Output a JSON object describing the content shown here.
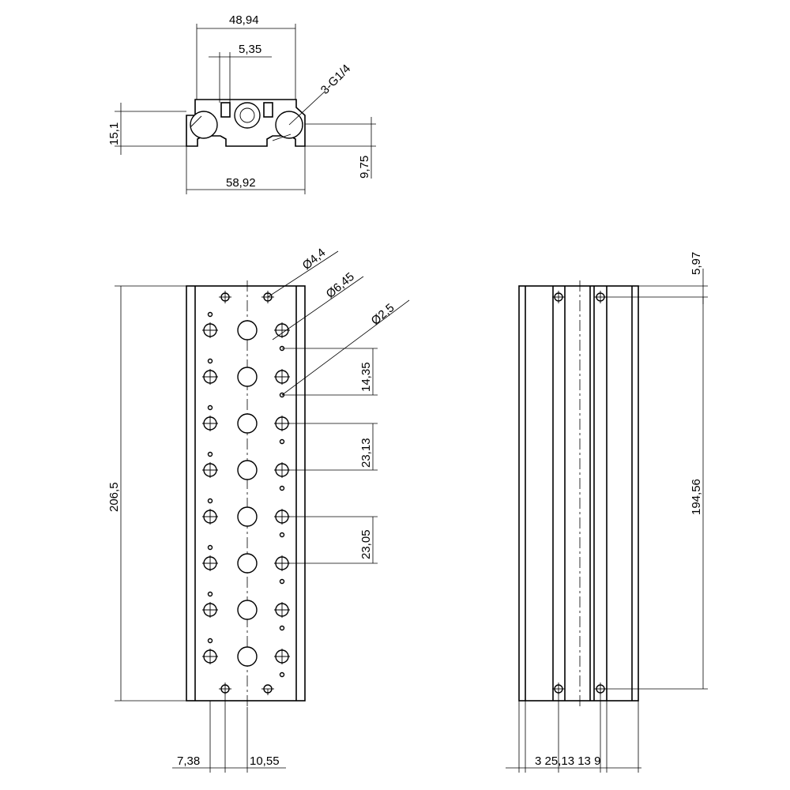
{
  "dimensions": {
    "top_width": "48,94",
    "top_slot": "5,35",
    "thread": "3-G1/4",
    "top_height": "15,1",
    "top_offset": "9,75",
    "top_base": "58,92",
    "hole_mount": "Ø4,4",
    "hole_port": "Ø6,45",
    "hole_pin": "Ø2,5",
    "pitch_a": "14,35",
    "pitch_b": "23,13",
    "pitch_c": "23,05",
    "length_front": "206,5",
    "bottom_a": "7,38",
    "bottom_b": "10,55",
    "length_side": "194,56",
    "side_top": "5,97",
    "side_bottom": "3 25,13 13 9"
  }
}
